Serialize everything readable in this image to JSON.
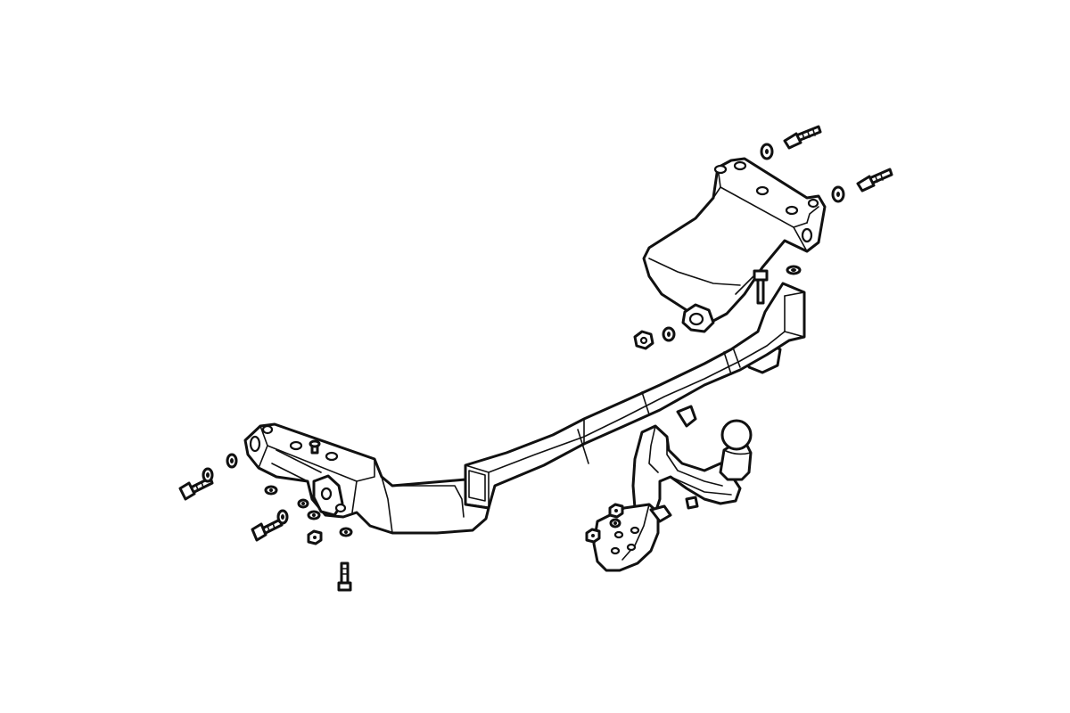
{
  "drawing": {
    "background": "#ffffff",
    "line_color": "#111111",
    "parts": [
      "crossbar",
      "right-mounting-bracket",
      "left-mounting-bracket",
      "tow-ball-neck",
      "tow-ball",
      "electrics-socket-plate",
      "bolt",
      "washer",
      "nut"
    ]
  }
}
